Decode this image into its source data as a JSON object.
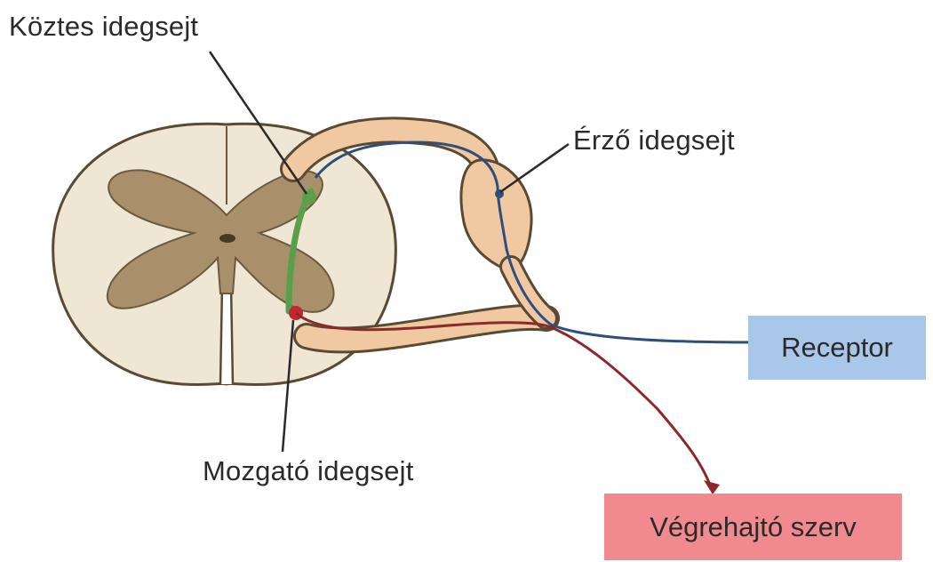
{
  "labels": {
    "interneuron": "Köztes idegsejt",
    "sensory_neuron": "Érző idegsejt",
    "motor_neuron": "Mozgató idegsejt"
  },
  "boxes": {
    "receptor": {
      "text": "Receptor",
      "color": "#a9c7e8"
    },
    "effector": {
      "text": "Végrehajtó szerv",
      "color": "#f08a8f"
    }
  },
  "colors": {
    "white_matter": "#efe6d4",
    "grey_matter": "#a8916a",
    "outline": "#5a4a33",
    "nerve_fill": "#f0c9a3",
    "sensory_fiber": "#2f4f7a",
    "motor_fiber": "#8b2a2a",
    "interneuron_fiber": "#5aa04a"
  }
}
